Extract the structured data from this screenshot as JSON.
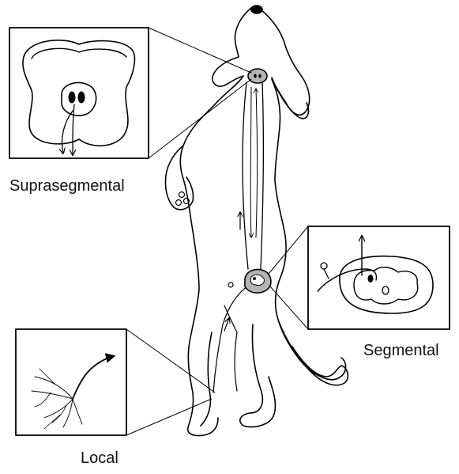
{
  "labels": {
    "suprasegmental": "Suprasegmental",
    "segmental": "Segmental",
    "local": "Local"
  },
  "colors": {
    "line": "#000000",
    "background": "#ffffff",
    "lesion_fill": "#b5b5b5"
  },
  "icons": {
    "figure": "dog-standing-on-hind-legs",
    "inset_brain": "brain-cross-section-icon",
    "inset_cord": "spinal-cord-cross-section-icon",
    "inset_nerve": "peripheral-nerve-icon"
  }
}
